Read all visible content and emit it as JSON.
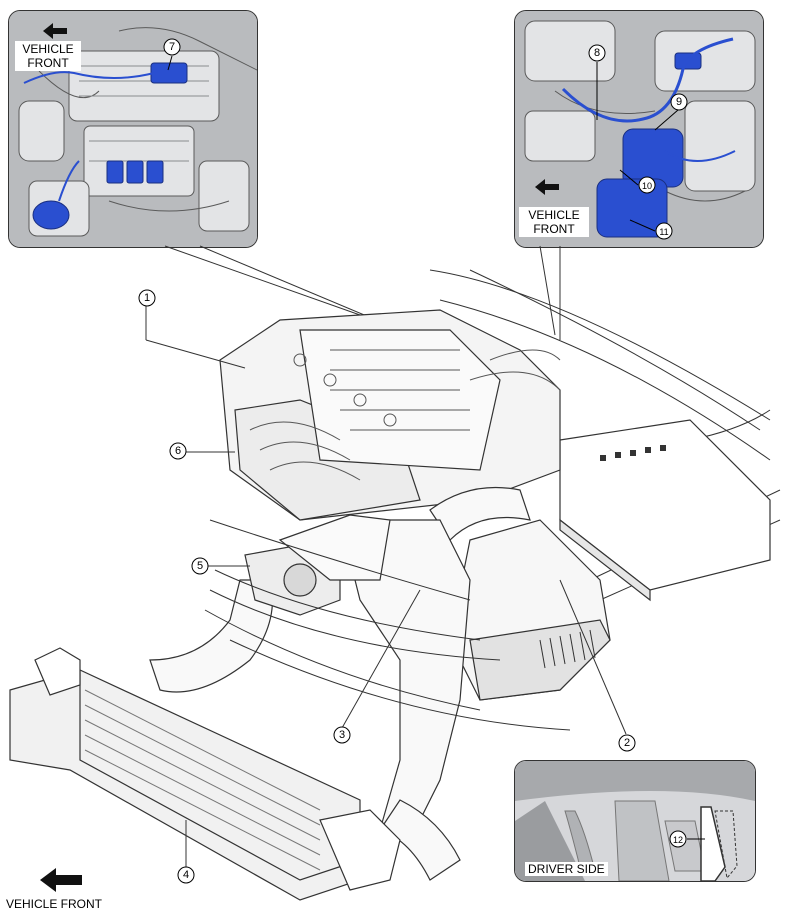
{
  "vehicle_front_label_1": "VEHICLE",
  "vehicle_front_label_2": "FRONT",
  "vehicle_front_bottom": "VEHICLE FRONT",
  "driver_side_label": "DRIVER SIDE",
  "callouts": [
    "1",
    "2",
    "3",
    "4",
    "5",
    "6",
    "7",
    "8",
    "9",
    "10",
    "11",
    "12"
  ],
  "colors": {
    "highlight": "#2a4fd0",
    "metal": "#c9cbce",
    "line": "#333333",
    "inset_bg": "#bcbec1"
  }
}
